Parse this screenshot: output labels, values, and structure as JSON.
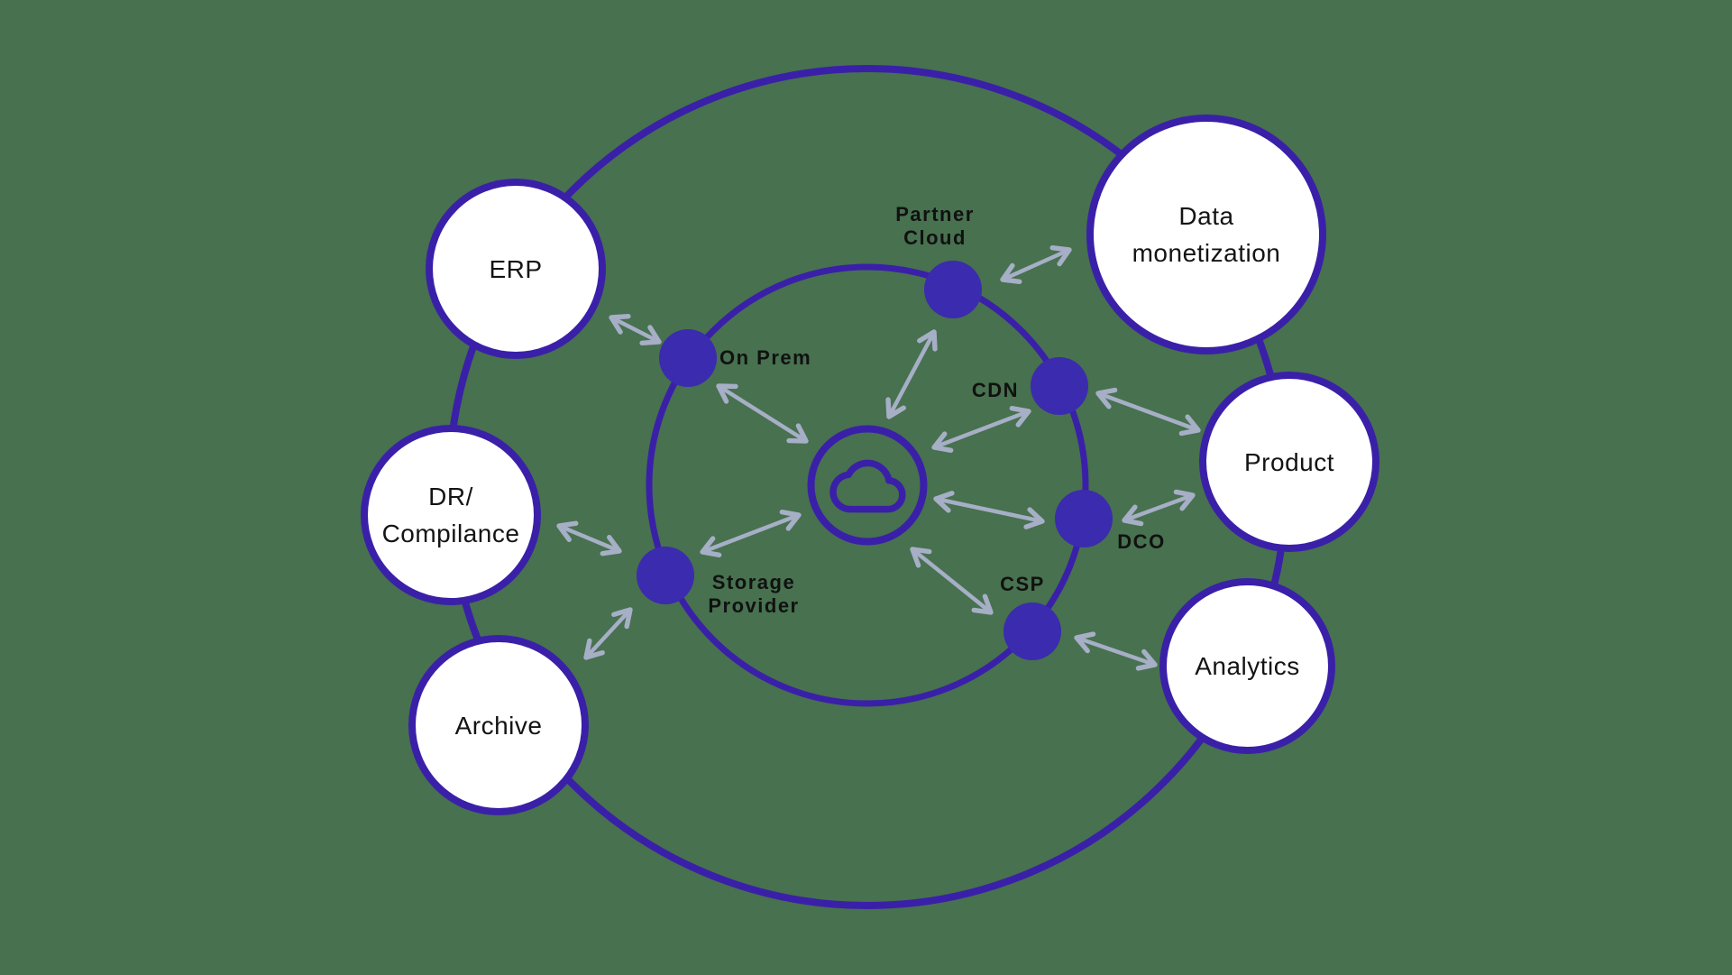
{
  "diagram": {
    "description": "Hybrid multicloud ecosystem diagram: central cloud connected to an inner ring of infrastructure nodes and an outer ring of business-capability hubs",
    "colors": {
      "background": "#47714F",
      "ring_stroke": "#3A20A8",
      "dot_fill": "#3B2BAE",
      "hub_fill": "#FFFFFF",
      "hub_border": "#3A20A8",
      "arrow": "#A6AFC6",
      "text": "#141414"
    },
    "center": {
      "icon": "cloud-icon"
    },
    "outer_nodes": [
      {
        "id": "erp",
        "label": "ERP"
      },
      {
        "id": "dr-compilance",
        "label": "DR/\nCompilance"
      },
      {
        "id": "archive",
        "label": "Archive"
      },
      {
        "id": "data-monetization",
        "label": "Data\nmonetization"
      },
      {
        "id": "product",
        "label": "Product"
      },
      {
        "id": "analytics",
        "label": "Analytics"
      }
    ],
    "inner_nodes": [
      {
        "id": "on-prem",
        "label": "On Prem"
      },
      {
        "id": "partner-cloud",
        "label": "Partner\nCloud"
      },
      {
        "id": "cdn",
        "label": "CDN"
      },
      {
        "id": "dco",
        "label": "DCO"
      },
      {
        "id": "csp",
        "label": "CSP"
      },
      {
        "id": "storage-provider",
        "label": "Storage\nProvider"
      }
    ],
    "connections": [
      {
        "from": "erp",
        "to": "on-prem",
        "bidirectional": true
      },
      {
        "from": "on-prem",
        "to": "cloud",
        "bidirectional": true
      },
      {
        "from": "cloud",
        "to": "partner-cloud",
        "bidirectional": true
      },
      {
        "from": "partner-cloud",
        "to": "data-monetization",
        "bidirectional": true
      },
      {
        "from": "cloud",
        "to": "cdn",
        "bidirectional": true
      },
      {
        "from": "cdn",
        "to": "product",
        "bidirectional": true
      },
      {
        "from": "cloud",
        "to": "dco",
        "bidirectional": true
      },
      {
        "from": "dco",
        "to": "product",
        "bidirectional": true
      },
      {
        "from": "cloud",
        "to": "csp",
        "bidirectional": true
      },
      {
        "from": "csp",
        "to": "analytics",
        "bidirectional": true
      },
      {
        "from": "cloud",
        "to": "storage-provider",
        "bidirectional": true
      },
      {
        "from": "storage-provider",
        "to": "dr-compilance",
        "bidirectional": true
      },
      {
        "from": "storage-provider",
        "to": "archive",
        "bidirectional": true
      }
    ]
  }
}
